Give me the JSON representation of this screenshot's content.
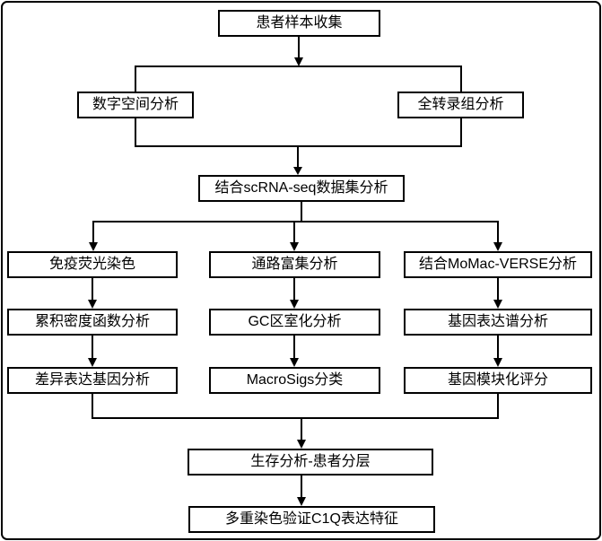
{
  "diagram": {
    "title": "workflow-flowchart",
    "nodes": {
      "patient_sample": {
        "label": "患者样本收集"
      },
      "digital_spatial": {
        "label": "数字空间分析"
      },
      "whole_transcriptome": {
        "label": "全转录组分析"
      },
      "scrna_dataset": {
        "label": "结合scRNA-seq数据集分析"
      },
      "immunofluorescence": {
        "label": "免疫荧光染色"
      },
      "pathway_enrichment": {
        "label": "通路富集分析"
      },
      "momac_verse": {
        "label": "结合MoMac-VERSE分析"
      },
      "cumulative_density": {
        "label": "累积密度函数分析"
      },
      "gc_compartment": {
        "label": "GC区室化分析"
      },
      "gene_expression": {
        "label": "基因表达谱分析"
      },
      "deg_analysis": {
        "label": "差异表达基因分析"
      },
      "macrosigs": {
        "label": "MacroSigs分类"
      },
      "gene_module_score": {
        "label": "基因模块化评分"
      },
      "survival_analysis": {
        "label": "生存分析-患者分层"
      },
      "multiplex_staining": {
        "label": "多重染色验证C1Q表达特征"
      }
    },
    "colors": {
      "line": "#000000",
      "box_border": "#000000",
      "box_fill": "#ffffff",
      "text": "#000000",
      "background": "#ffffff"
    }
  }
}
